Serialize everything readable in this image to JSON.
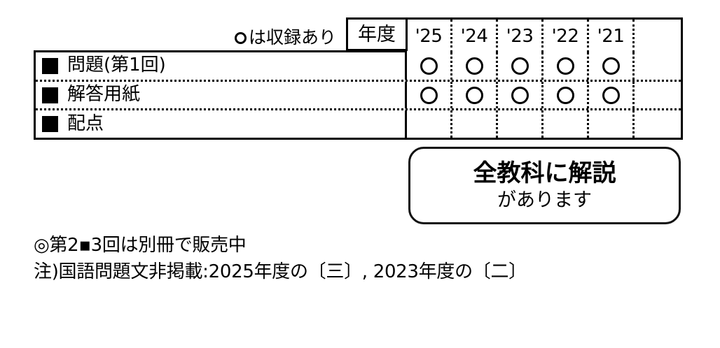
{
  "legend": {
    "icon": "circle-outline-icon",
    "text": "は収録あり"
  },
  "table": {
    "year_header_label": "年度",
    "year_columns": [
      "'25",
      "'24",
      "'23",
      "'22",
      "'21"
    ],
    "blank_column_label": "",
    "mark_symbol": "○",
    "rows": [
      {
        "bullet": "filled-square-bullet",
        "label": "問題(第1回)",
        "marks": [
          "○",
          "○",
          "○",
          "○",
          "○"
        ]
      },
      {
        "bullet": "filled-square-bullet",
        "label": "解答用紙",
        "marks": [
          "○",
          "○",
          "○",
          "○",
          "○"
        ]
      },
      {
        "bullet": "filled-square-bullet",
        "label": "配点",
        "marks": [
          "",
          "",
          "",
          "",
          ""
        ]
      }
    ]
  },
  "callout": {
    "line1": "全教科に解説",
    "line2": "があります"
  },
  "notes": [
    "◎第2▪3回は別冊で販売中",
    "注)国語問題文非掲載:2025年度の〔三〕, 2023年度の〔二〕"
  ],
  "colors": {
    "ink": "#000000",
    "background": "#ffffff"
  }
}
